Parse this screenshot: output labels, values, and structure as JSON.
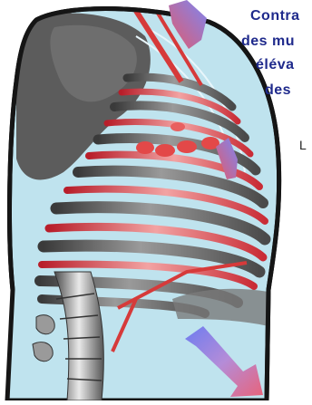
{
  "caption": {
    "lines": [
      "Contra",
      "des mu",
      "éléva",
      "des"
    ],
    "side_letter": "L"
  },
  "colors": {
    "background": "#ffffff",
    "cavity": "#bfe3ee",
    "outline": "#151515",
    "rib_gray": "#6c6c6c",
    "intercostal_red": "#d63a3a",
    "label_blue": "#1f2a8c",
    "arrow_start": "#6d7cf0",
    "arrow_end": "#e8637a"
  },
  "icons": [
    "arrow-up-right-icon",
    "arrow-down-right-icon",
    "arrow-small-icon"
  ]
}
